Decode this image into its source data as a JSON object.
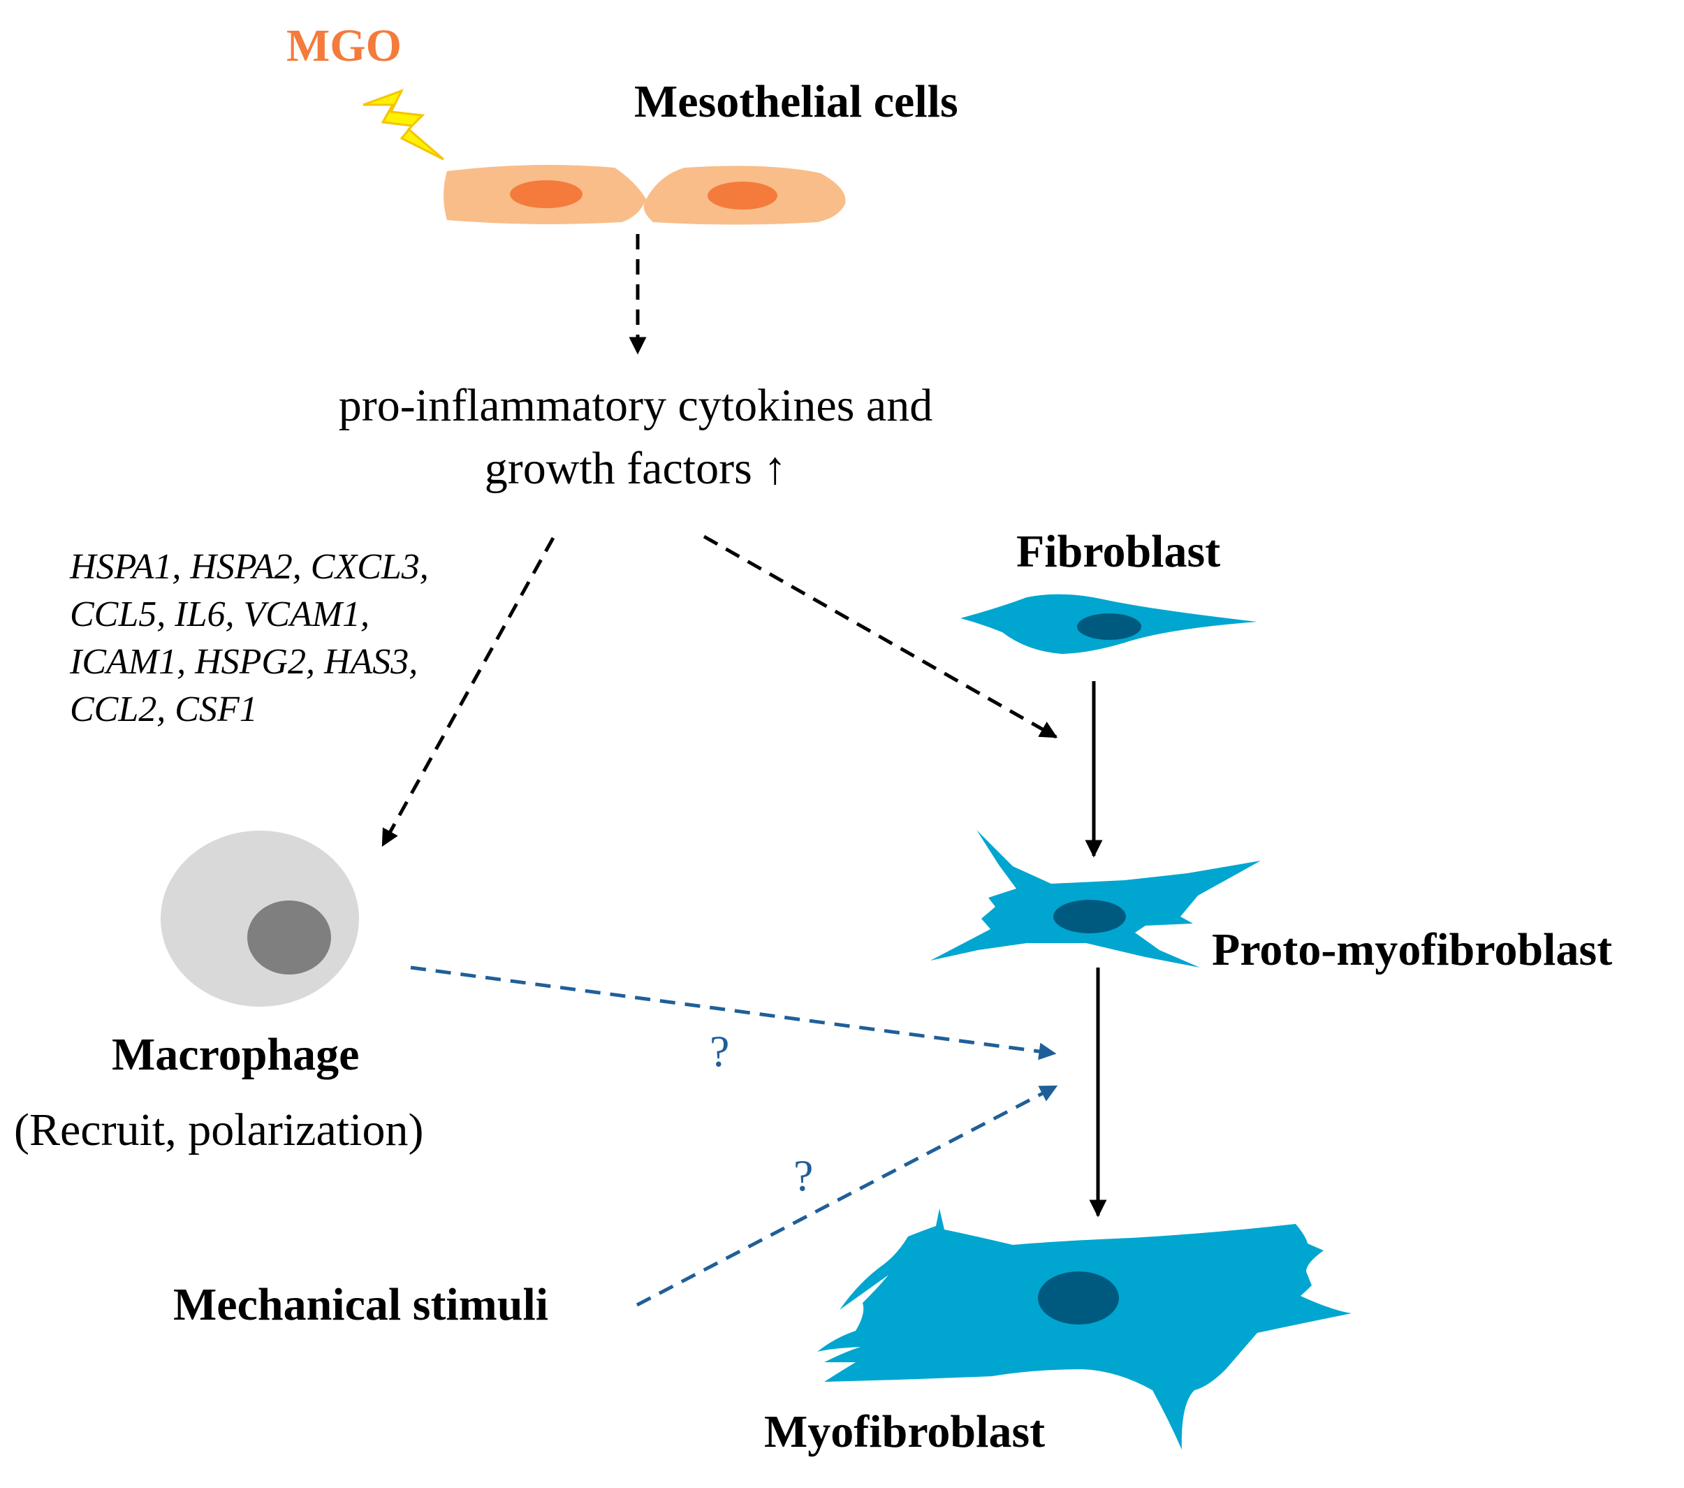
{
  "labels": {
    "mgo": "MGO",
    "mesothelial": "Mesothelial cells",
    "cytokines_line1": "pro-inflammatory cytokines and",
    "cytokines_line2": "growth factors ↑",
    "genes": [
      "HSPA1, HSPA2, CXCL3,",
      "CCL5, IL6, VCAM1,",
      "ICAM1, HSPG2, HAS3,",
      "CCL2, CSF1"
    ],
    "fibroblast": "Fibroblast",
    "proto_myofibroblast": "Proto-myofibroblast",
    "macrophage": "Macrophage",
    "macrophage_note": "(Recruit, polarization)",
    "mechanical": "Mechanical stimuli",
    "myofibroblast": "Myofibroblast",
    "question_1": "?",
    "question_2": "?"
  },
  "colors": {
    "mgo_text": "#f47b3c",
    "mesothelial_cell": "#f9bd89",
    "mesothelial_nucleus": "#f47b3c",
    "lightning": "#fff200",
    "fibro_cell": "#00a6cf",
    "fibro_nucleus": "#005a80",
    "macro_cell": "#d9d9d9",
    "macro_nucleus": "#7f7f7f",
    "arrow_black": "#000000",
    "arrow_blue": "#1f5f99"
  }
}
